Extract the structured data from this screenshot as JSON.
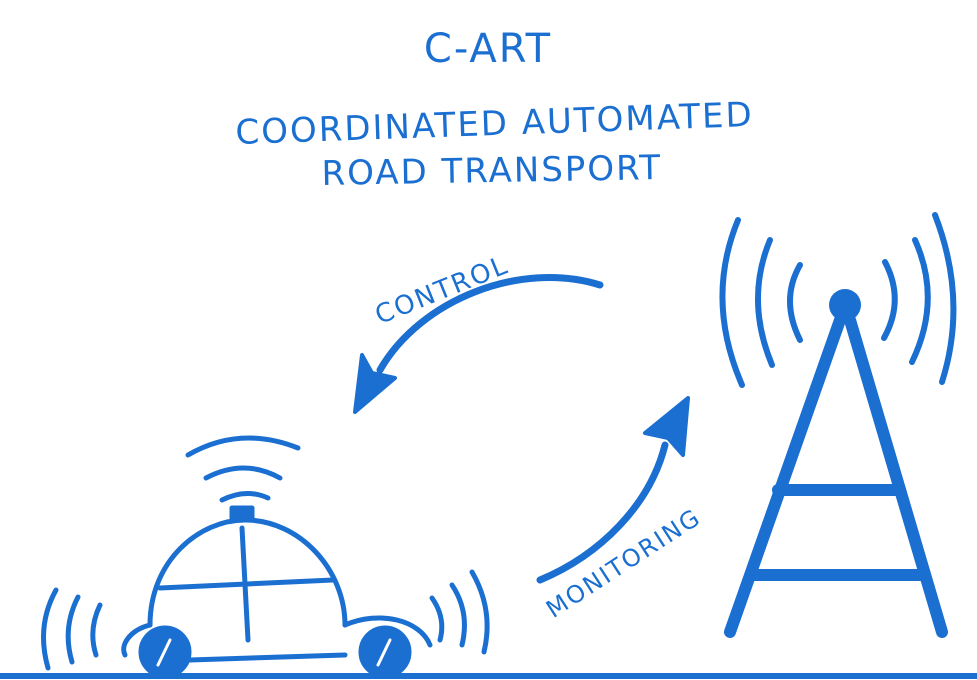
{
  "title": "C-ART",
  "subtitle_line1": "COORDINATED AUTOMATED",
  "subtitle_line2": "ROAD TRANSPORT",
  "labels": {
    "control": "CONTROL",
    "monitoring": "MONITORING"
  },
  "colors": {
    "ink": "#1a6fd1",
    "background": "#ffffff"
  },
  "icons": {
    "vehicle": "automated-car-icon",
    "tower": "radio-tower-icon"
  }
}
